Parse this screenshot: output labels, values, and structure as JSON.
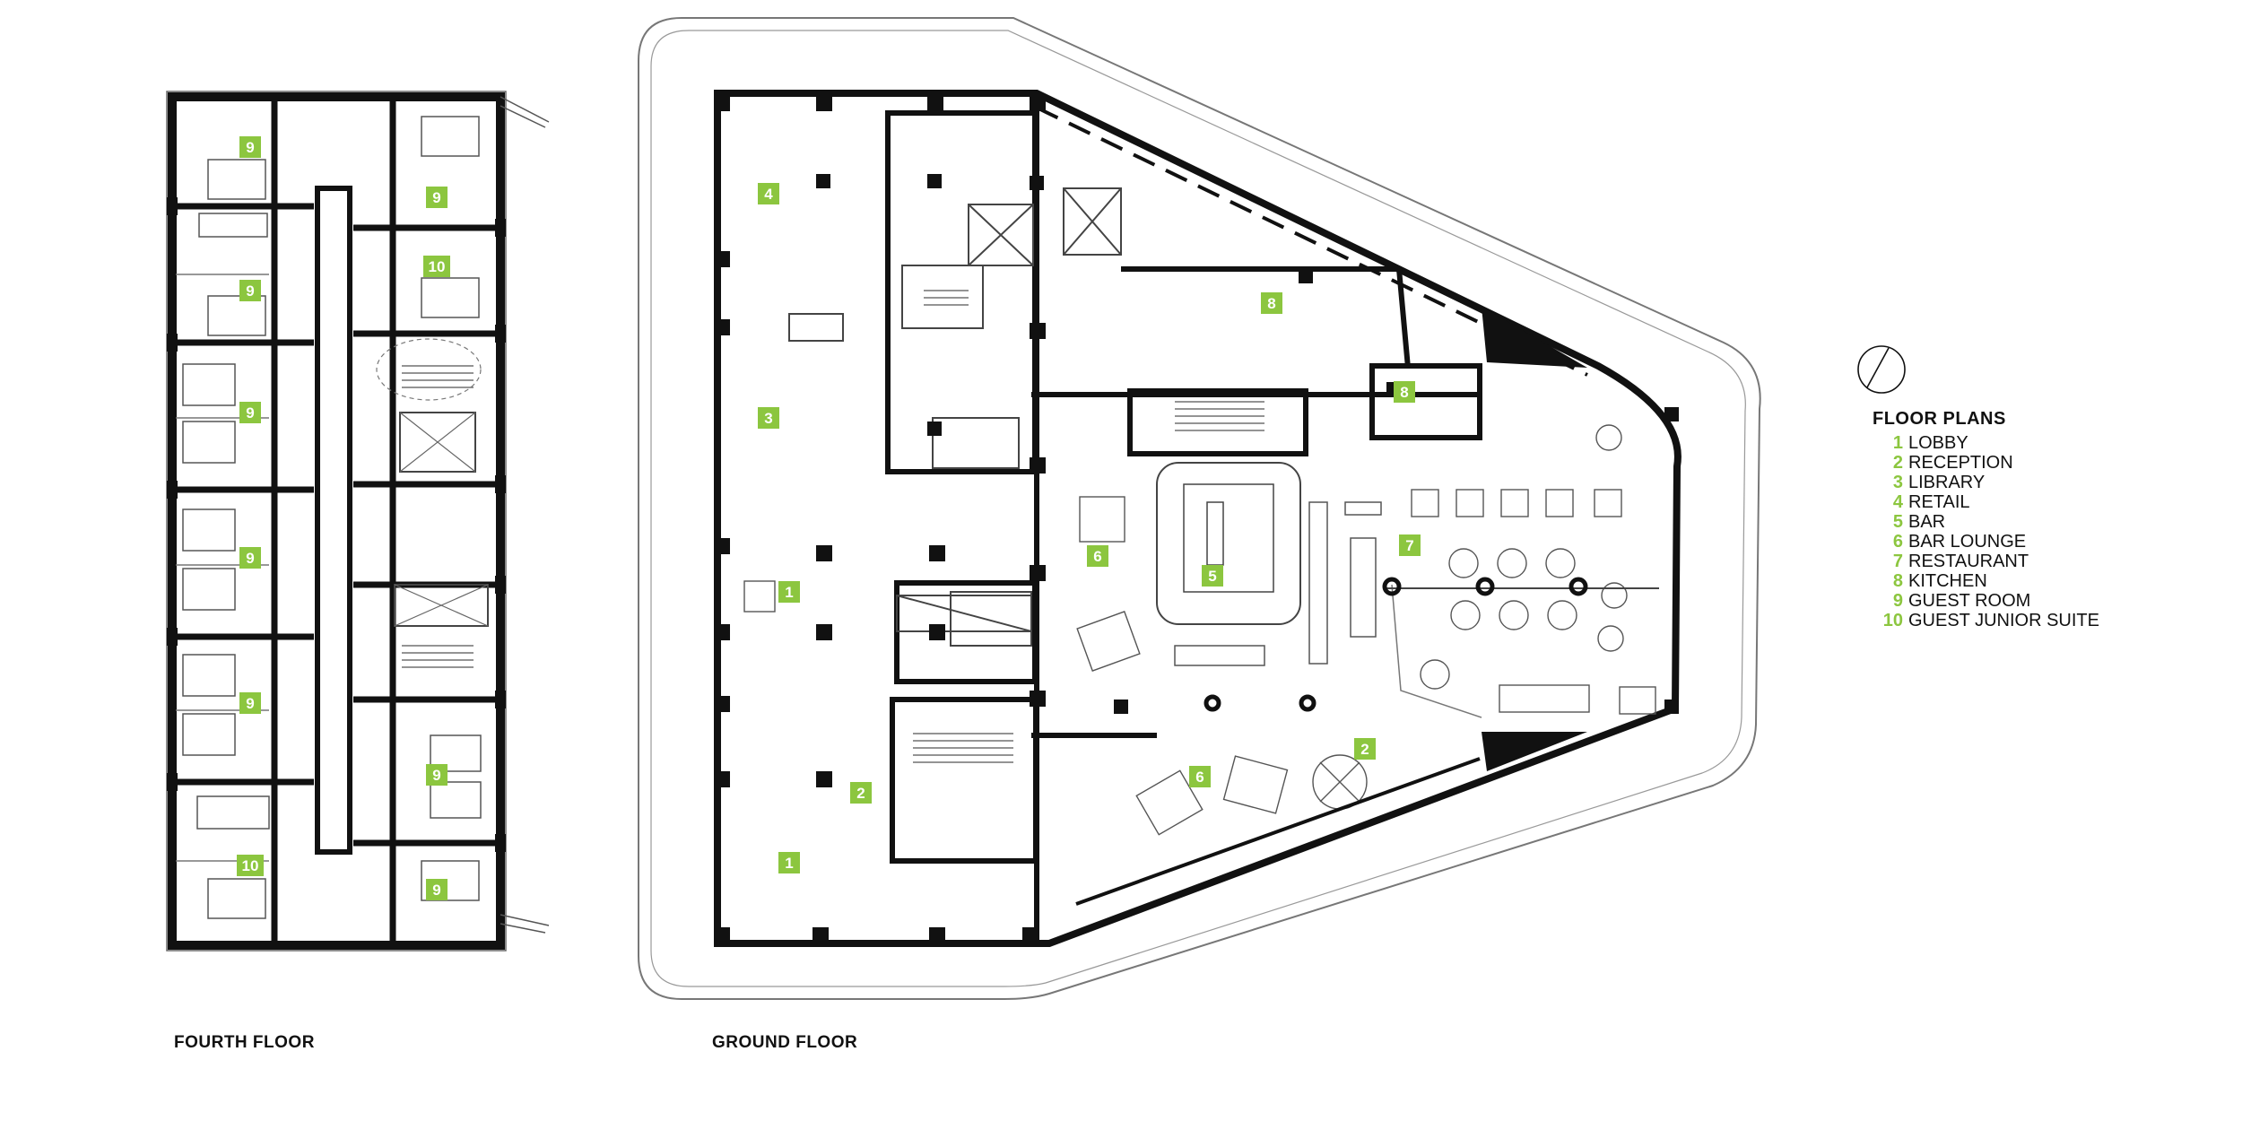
{
  "floors": {
    "fourth": {
      "label": "FOURTH FLOOR"
    },
    "ground": {
      "label": "GROUND FLOOR"
    }
  },
  "legend": {
    "title": "FLOOR PLANS",
    "items": [
      {
        "num": "1",
        "label": "LOBBY"
      },
      {
        "num": "2",
        "label": "RECEPTION"
      },
      {
        "num": "3",
        "label": "LIBRARY"
      },
      {
        "num": "4",
        "label": "RETAIL"
      },
      {
        "num": "5",
        "label": "BAR"
      },
      {
        "num": "6",
        "label": "BAR LOUNGE"
      },
      {
        "num": "7",
        "label": "RESTAURANT"
      },
      {
        "num": "8",
        "label": "KITCHEN"
      },
      {
        "num": "9",
        "label": "GUEST ROOM"
      },
      {
        "num": "10",
        "label": "GUEST JUNIOR SUITE"
      }
    ]
  },
  "colors": {
    "accent": "#8cc63f",
    "wall": "#111111",
    "line": "#555555"
  },
  "icons": {
    "north": "north-arrow-icon"
  },
  "tags": {
    "fourth": [
      "9",
      "9",
      "10",
      "9",
      "9",
      "9",
      "9",
      "9",
      "10",
      "9"
    ],
    "ground": [
      "4",
      "8",
      "8",
      "3",
      "7",
      "6",
      "5",
      "1",
      "6",
      "2",
      "2",
      "1"
    ]
  }
}
